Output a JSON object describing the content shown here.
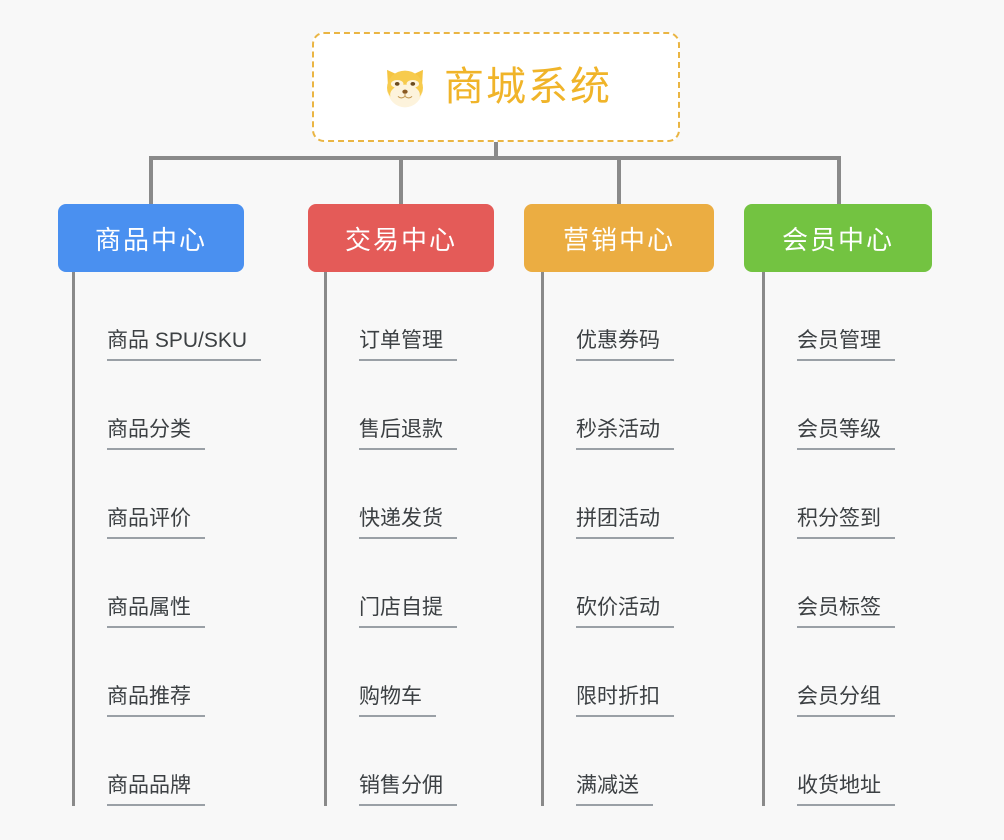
{
  "background_color": "#f8f8f8",
  "root": {
    "title": "商城系统",
    "icon": "shiba-dog-face-icon",
    "text_color": "#f0b429",
    "border_color": "#eab543",
    "fill_color": "#ffffff"
  },
  "connector_color": "#8a8a8a",
  "leaf_text_color": "#3c4043",
  "leaf_underline_color": "#9aa0a6",
  "categories": [
    {
      "label": "商品中心",
      "color": "#4a90f0",
      "items": [
        "商品 SPU/SKU",
        "商品分类",
        "商品评价",
        "商品属性",
        "商品推荐",
        "商品品牌"
      ]
    },
    {
      "label": "交易中心",
      "color": "#e45b58",
      "items": [
        "订单管理",
        "售后退款",
        "快递发货",
        "门店自提",
        "购物车",
        "销售分佣"
      ]
    },
    {
      "label": "营销中心",
      "color": "#ebad42",
      "items": [
        "优惠券码",
        "秒杀活动",
        "拼团活动",
        "砍价活动",
        "限时折扣",
        "满减送"
      ]
    },
    {
      "label": "会员中心",
      "color": "#73c341",
      "items": [
        "会员管理",
        "会员等级",
        "积分签到",
        "会员标签",
        "会员分组",
        "收货地址"
      ]
    }
  ]
}
